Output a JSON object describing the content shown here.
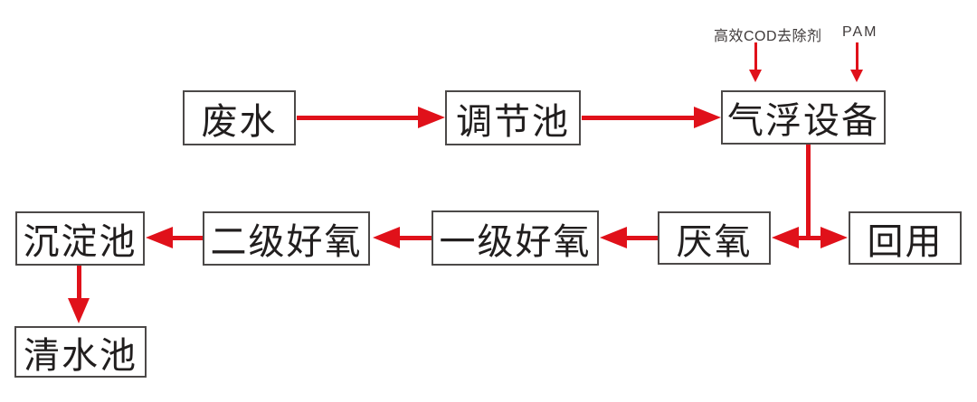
{
  "diagram": {
    "type": "flowchart",
    "nodes": {
      "wastewater": "废水",
      "regulating_tank": "调节池",
      "air_flotation": "气浮设备",
      "sedimentation_tank": "沉淀池",
      "secondary_aerobic": "二级好氧",
      "primary_aerobic": "一级好氧",
      "anaerobic": "厌氧",
      "reuse": "回用",
      "clear_water_tank": "清水池"
    },
    "annotations": {
      "cod_remover": "高效COD去除剂",
      "pam": "PAM"
    },
    "edges": [
      {
        "from": "废水",
        "to": "调节池",
        "direction": "right"
      },
      {
        "from": "调节池",
        "to": "气浮设备",
        "direction": "right"
      },
      {
        "from": "高效COD去除剂",
        "to": "气浮设备",
        "direction": "down"
      },
      {
        "from": "PAM",
        "to": "气浮设备",
        "direction": "down"
      },
      {
        "from": "气浮设备",
        "to": "厌氧/回用junction",
        "direction": "down"
      },
      {
        "from": "junction",
        "to": "厌氧",
        "direction": "left"
      },
      {
        "from": "junction",
        "to": "回用",
        "direction": "right"
      },
      {
        "from": "厌氧",
        "to": "一级好氧",
        "direction": "left"
      },
      {
        "from": "一级好氧",
        "to": "二级好氧",
        "direction": "left"
      },
      {
        "from": "二级好氧",
        "to": "沉淀池",
        "direction": "left"
      },
      {
        "from": "沉淀池",
        "to": "清水池",
        "direction": "down"
      }
    ]
  },
  "colors": {
    "arrow_red": "#e0111a",
    "box_border": "#4c4948",
    "text_color": "#211e1e",
    "annotation_color": "#3f3a3a"
  }
}
